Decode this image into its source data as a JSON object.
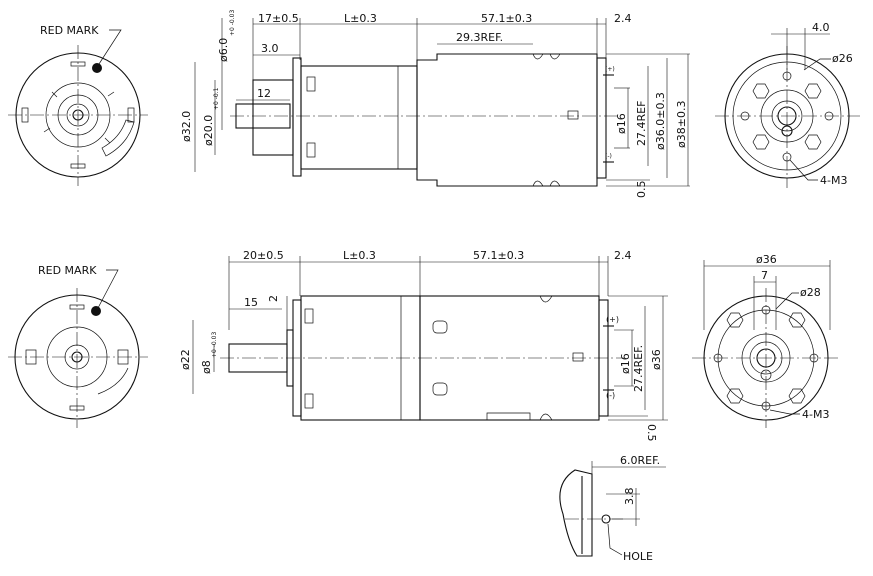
{
  "labels": {
    "red_mark": "RED MARK",
    "top_17": "17±0.5",
    "top_L": "L±0.3",
    "top_57": "57.1±0.3",
    "top_24": "2.4",
    "top_40": "4.0",
    "top_phi26": "ø26",
    "top_30": "3.0",
    "top_293": "29.3REF.",
    "top_12": "12",
    "top_phi6": "ø6.0",
    "top_phi6_tol": "+0 -0.03",
    "top_phi32": "ø32.0",
    "top_phi20": "ø20.0",
    "top_phi20_tol": "+0 -0.1",
    "top_phi16": "ø16",
    "top_274": "27.4REF",
    "top_phi36": "ø36.0±0.3",
    "top_phi38": "ø38±0.3",
    "top_05": "0.5",
    "top_4m3": "4-M3",
    "bot_20": "20±0.5",
    "bot_L": "L±0.3",
    "bot_57": "57.1±0.3",
    "bot_24": "2.4",
    "bot_15": "15",
    "bot_2": "2",
    "bot_phi22": "ø22",
    "bot_phi8": "ø8",
    "bot_phi8_tol": "+0 -0.03",
    "bot_phi16": "ø16",
    "bot_274": "27.4REF.",
    "bot_phi36": "ø36",
    "bot_plus": "(+)",
    "bot_minus": "(-)",
    "bot_05": "0.5",
    "bot_phi36_face": "ø36",
    "bot_7": "7",
    "bot_phi28": "ø28",
    "bot_4m3": "4-M3",
    "det_60": "6.0REF.",
    "det_38": "3.8",
    "det_hole": "HOLE",
    "plus_small": "(+)",
    "minus_small": "(-)"
  }
}
